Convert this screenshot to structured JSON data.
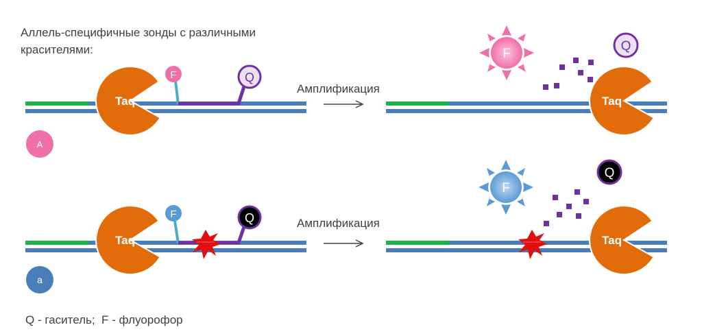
{
  "title_line1": "Аллель-специфичные зонды с различными",
  "title_line2": "красителями:",
  "arrow_label_top": "Амплификация",
  "arrow_label_bottom": "Амплификация",
  "enzyme_label": "Taq",
  "fluorophore_label": "F",
  "quencher_label": "Q",
  "allele_a_upper": "A",
  "allele_a_lower": "a",
  "legend_text": "Q - гаситель;  F - флуорофор",
  "colors": {
    "dna_strand": "#4a7ebb",
    "primer": "#1db34a",
    "taq": "#e36c0a",
    "probe": "#7030a0",
    "fluorophore_pink": "#ef6fa8",
    "fluorophore_blue": "#5b9bd5",
    "fluorophore_blue_link": "#4bacc6",
    "quencher_dark": "#000000",
    "mismatch": "#e01010"
  }
}
